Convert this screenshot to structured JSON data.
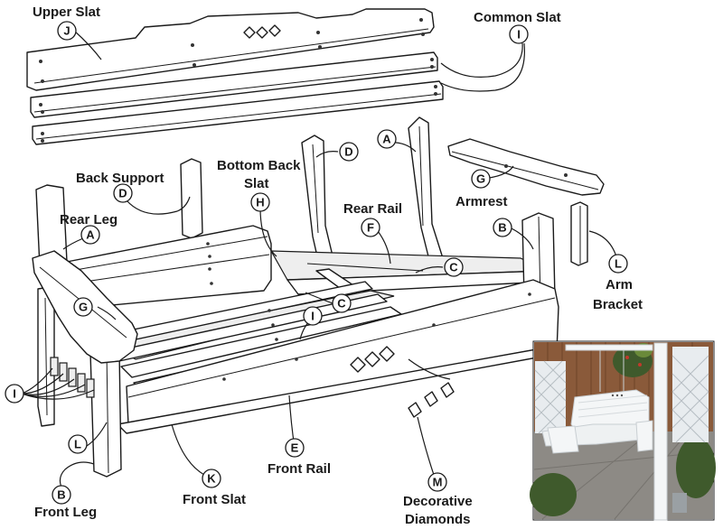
{
  "labels": {
    "upper_slat": "Upper Slat",
    "common_slat": "Common Slat",
    "back_support": "Back Support",
    "bottom_back_slat_1": "Bottom Back",
    "bottom_back_slat_2": "Slat",
    "rear_rail": "Rear Rail",
    "armrest": "Armrest",
    "rear_leg": "Rear Leg",
    "arm_bracket_1": "Arm",
    "arm_bracket_2": "Bracket",
    "front_slat": "Front Slat",
    "front_rail": "Front Rail",
    "front_leg": "Front Leg",
    "decorative_diamonds_1": "Decorative",
    "decorative_diamonds_2": "Diamonds"
  },
  "part_letters": {
    "j": "J",
    "i_top": "I",
    "d_left": "D",
    "d_right": "D",
    "a_right": "A",
    "g_top": "G",
    "h": "H",
    "f": "F",
    "b_right": "B",
    "a_left": "A",
    "c_right": "C",
    "c_mid": "C",
    "l_right": "L",
    "g_left": "G",
    "i_seat": "I",
    "i_left": "I",
    "l_left": "L",
    "e": "E",
    "k": "K",
    "m": "M",
    "b_left": "B"
  },
  "photo": {
    "colors": {
      "fence": "#8a5a3a",
      "lattice": "#e8ecef",
      "bench": "#f4f6f7",
      "ground": "#8d8a85",
      "foliage": "#3f5a2c"
    }
  }
}
